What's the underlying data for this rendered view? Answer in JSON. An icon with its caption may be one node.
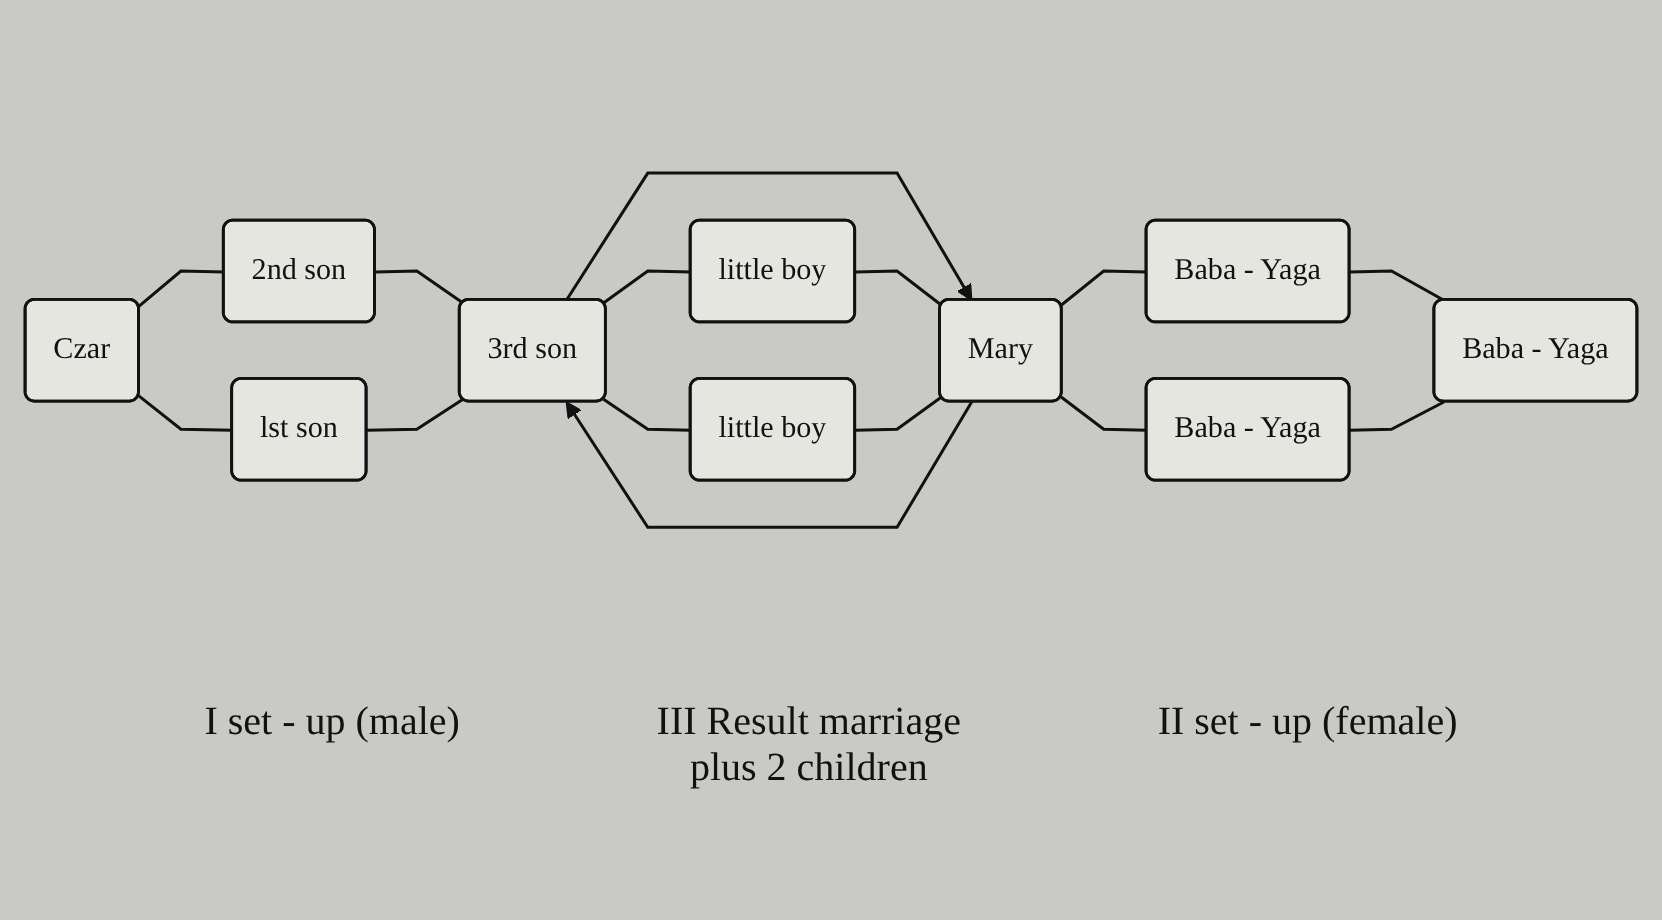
{
  "diagram": {
    "nodes": [
      {
        "text": [
          "Czar"
        ]
      },
      {
        "text": [
          "2nd son"
        ]
      },
      {
        "text": [
          "lst son"
        ]
      },
      {
        "text": [
          "3rd son"
        ]
      },
      {
        "text": [
          "little boy"
        ]
      },
      {
        "text": [
          "little boy"
        ]
      },
      {
        "text": [
          "Mary"
        ]
      },
      {
        "text": [
          "Baba - Yaga"
        ]
      },
      {
        "text": [
          "Baba - Yaga"
        ]
      },
      {
        "text": [
          "Baba - Yaga"
        ]
      }
    ],
    "edges": [
      {
        "from": 0,
        "to": 1,
        "arrow": "none"
      },
      {
        "from": 0,
        "to": 2,
        "arrow": "none"
      },
      {
        "from": 1,
        "to": 3,
        "arrow": "none"
      },
      {
        "from": 2,
        "to": 3,
        "arrow": "none"
      },
      {
        "from": 3,
        "to": 4,
        "arrow": "none"
      },
      {
        "from": 3,
        "to": 5,
        "arrow": "none"
      },
      {
        "from": 6,
        "to": 3,
        "arrow": "to"
      },
      {
        "from": 3,
        "to": 6,
        "arrow": "to"
      },
      {
        "from": 4,
        "to": 6,
        "arrow": "none"
      },
      {
        "from": 5,
        "to": 6,
        "arrow": "none"
      },
      {
        "from": 6,
        "to": 7,
        "arrow": "none"
      },
      {
        "from": 6,
        "to": 9,
        "arrow": "none"
      },
      {
        "from": 7,
        "to": 8,
        "arrow": "none"
      },
      {
        "from": 9,
        "to": 8,
        "arrow": "none"
      }
    ],
    "labels": [
      "I set - up (male)",
      "III Result marriage plus 2 children",
      "II set - up (female)"
    ]
  }
}
